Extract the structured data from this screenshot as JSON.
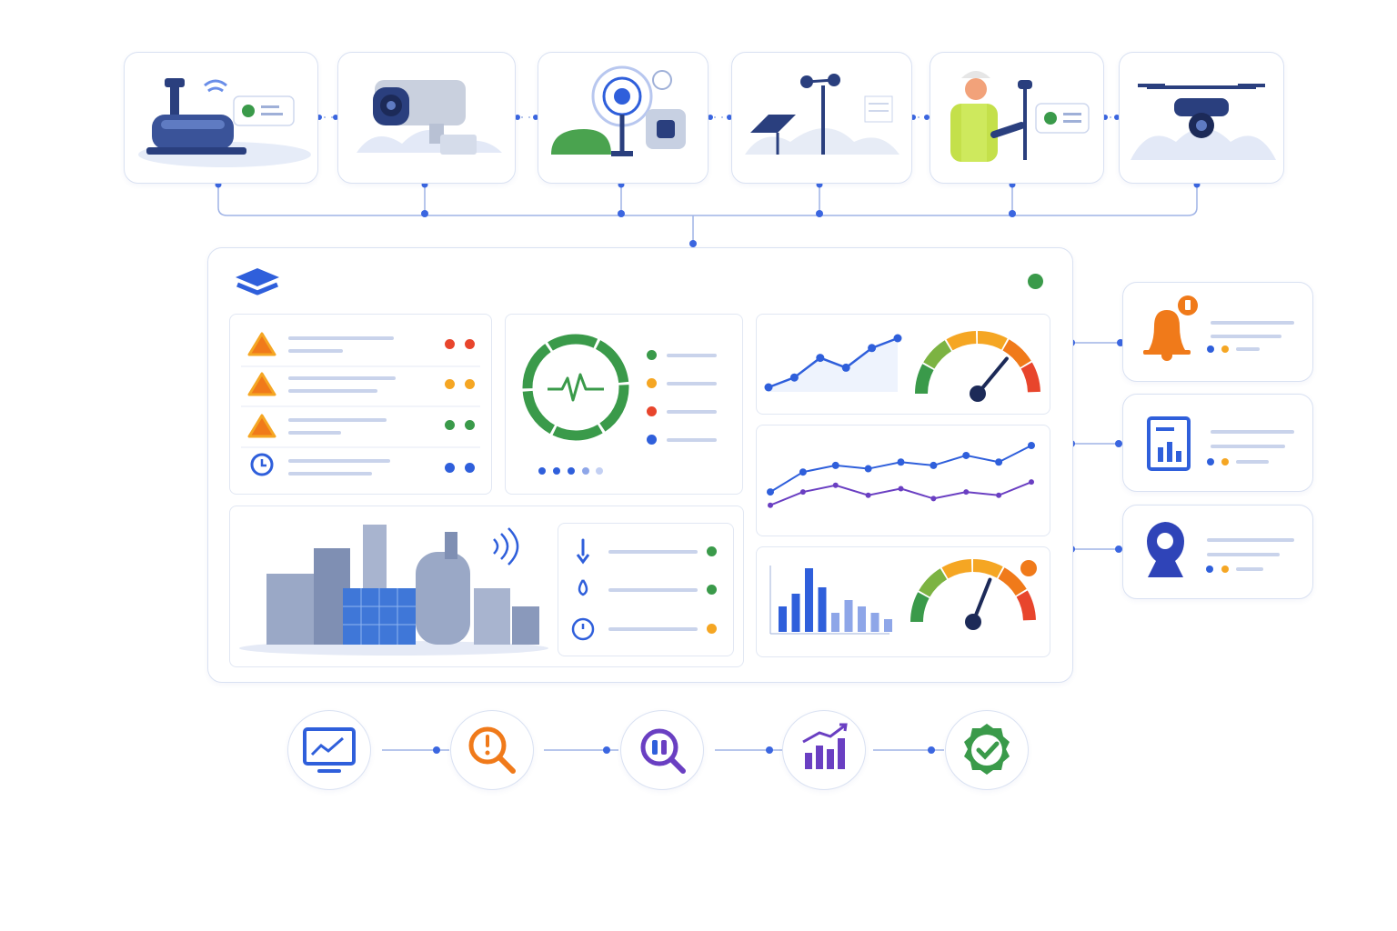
{
  "colors": {
    "accent_blue": "#2f5fdb",
    "navy": "#2a3f7e",
    "green": "#3a9a4a",
    "orange": "#f07a1a",
    "amber": "#f5a623",
    "red": "#e8452c",
    "purple": "#6a3fc2",
    "line_gray": "#c9d3eb",
    "border": "#d9e1f2"
  },
  "sources": [
    {
      "name": "iot-sensor",
      "icon": "sensor-device-icon"
    },
    {
      "name": "security-camera",
      "icon": "camera-icon"
    },
    {
      "name": "wireless-node",
      "icon": "wireless-node-icon"
    },
    {
      "name": "weather-station",
      "icon": "weather-station-icon"
    },
    {
      "name": "field-worker",
      "icon": "worker-icon"
    },
    {
      "name": "drone",
      "icon": "drone-icon"
    }
  ],
  "dashboard": {
    "logo_icon": "layers-icon",
    "status": "online",
    "alerts": [
      {
        "icon": "warning-icon",
        "dots": [
          "#e8452c",
          "#e8452c"
        ]
      },
      {
        "icon": "warning-icon",
        "dots": [
          "#f5a623",
          "#f5a623"
        ]
      },
      {
        "icon": "warning-icon",
        "dots": [
          "#3a9a4a",
          "#3a9a4a"
        ]
      },
      {
        "icon": "clock-icon",
        "dots": [
          "#2f5fdb",
          "#2f5fdb"
        ]
      }
    ],
    "health": {
      "icon": "heartbeat-icon",
      "legend": [
        "#3a9a4a",
        "#f5a623",
        "#e8452c",
        "#2f5fdb"
      ]
    },
    "facility_readings": [
      {
        "icon": "thermometer-icon",
        "status": "#3a9a4a"
      },
      {
        "icon": "humidity-icon",
        "status": "#3a9a4a"
      },
      {
        "icon": "pressure-icon",
        "status": "#f5a623"
      }
    ]
  },
  "outputs": [
    {
      "icon": "bell-icon"
    },
    {
      "icon": "report-icon"
    },
    {
      "icon": "location-pin-icon"
    }
  ],
  "pipeline": [
    {
      "icon": "monitor-icon",
      "color": "#2f5fdb"
    },
    {
      "icon": "search-alert-icon",
      "color": "#f07a1a"
    },
    {
      "icon": "analyze-icon",
      "color": "#6a3fc2"
    },
    {
      "icon": "growth-chart-icon",
      "color": "#6a3fc2"
    },
    {
      "icon": "verified-badge-icon",
      "color": "#3a9a4a"
    }
  ],
  "chart_data": [
    {
      "type": "line",
      "x": [
        1,
        2,
        3,
        4,
        5,
        6
      ],
      "series": [
        {
          "values": [
            1,
            2,
            4,
            3,
            5,
            6
          ]
        }
      ]
    },
    {
      "type": "gauge",
      "value": 0.72
    },
    {
      "type": "line",
      "x": [
        1,
        2,
        3,
        4,
        5,
        6,
        7,
        8,
        9
      ],
      "series": [
        {
          "values": [
            3,
            6,
            7,
            6.5,
            7.5,
            7,
            8.5,
            7.5,
            10
          ]
        },
        {
          "values": [
            1,
            3,
            4,
            2.5,
            3.5,
            2,
            3,
            2.5,
            4.5
          ]
        }
      ]
    },
    {
      "type": "bar",
      "categories": [
        "1",
        "2",
        "3",
        "4",
        "5",
        "6",
        "7",
        "8",
        "9"
      ],
      "values": [
        4,
        6,
        10,
        7,
        3,
        5,
        4,
        3,
        2
      ]
    },
    {
      "type": "gauge",
      "value": 0.62
    }
  ]
}
